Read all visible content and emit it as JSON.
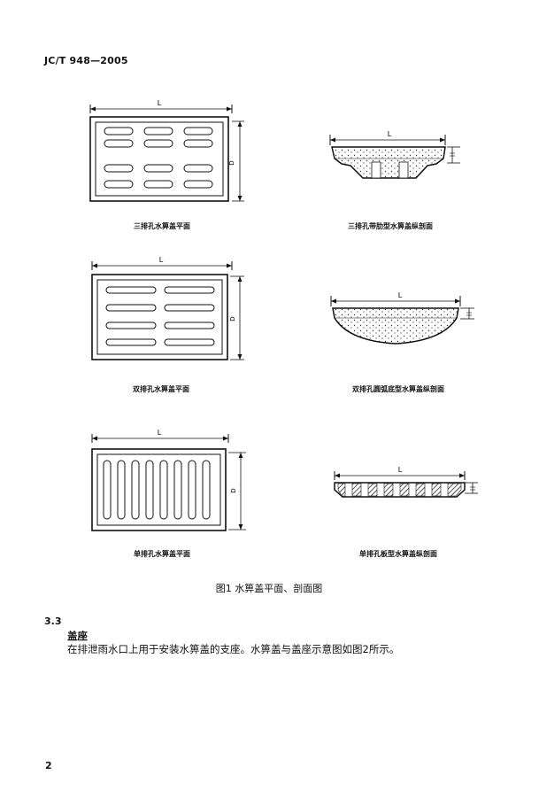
{
  "header": {
    "standard_code": "JC/T 948—2005"
  },
  "figure": {
    "dim_L": "L",
    "dim_D": "D",
    "captions": {
      "plan_three_row": "三排孔水箅盖平面",
      "section_three_row_ribbed": "三排孔带肋型水箅盖纵剖面",
      "plan_double_row": "双排孔水箅盖平面",
      "section_double_row_arc": "双排孔圆弧底型水箅盖纵剖面",
      "plan_single_row": "单排孔水箅盖平面",
      "section_single_row_plate": "单排孔板型水箅盖纵剖面"
    },
    "title": "图1   水箅盖平面、剖面图"
  },
  "section": {
    "number": "3.3",
    "term": "盖座",
    "definition": "在排泄雨水口上用于安装水箅盖的支座。水箅盖与盖座示意图如图2所示。"
  },
  "page": {
    "number": "2"
  }
}
